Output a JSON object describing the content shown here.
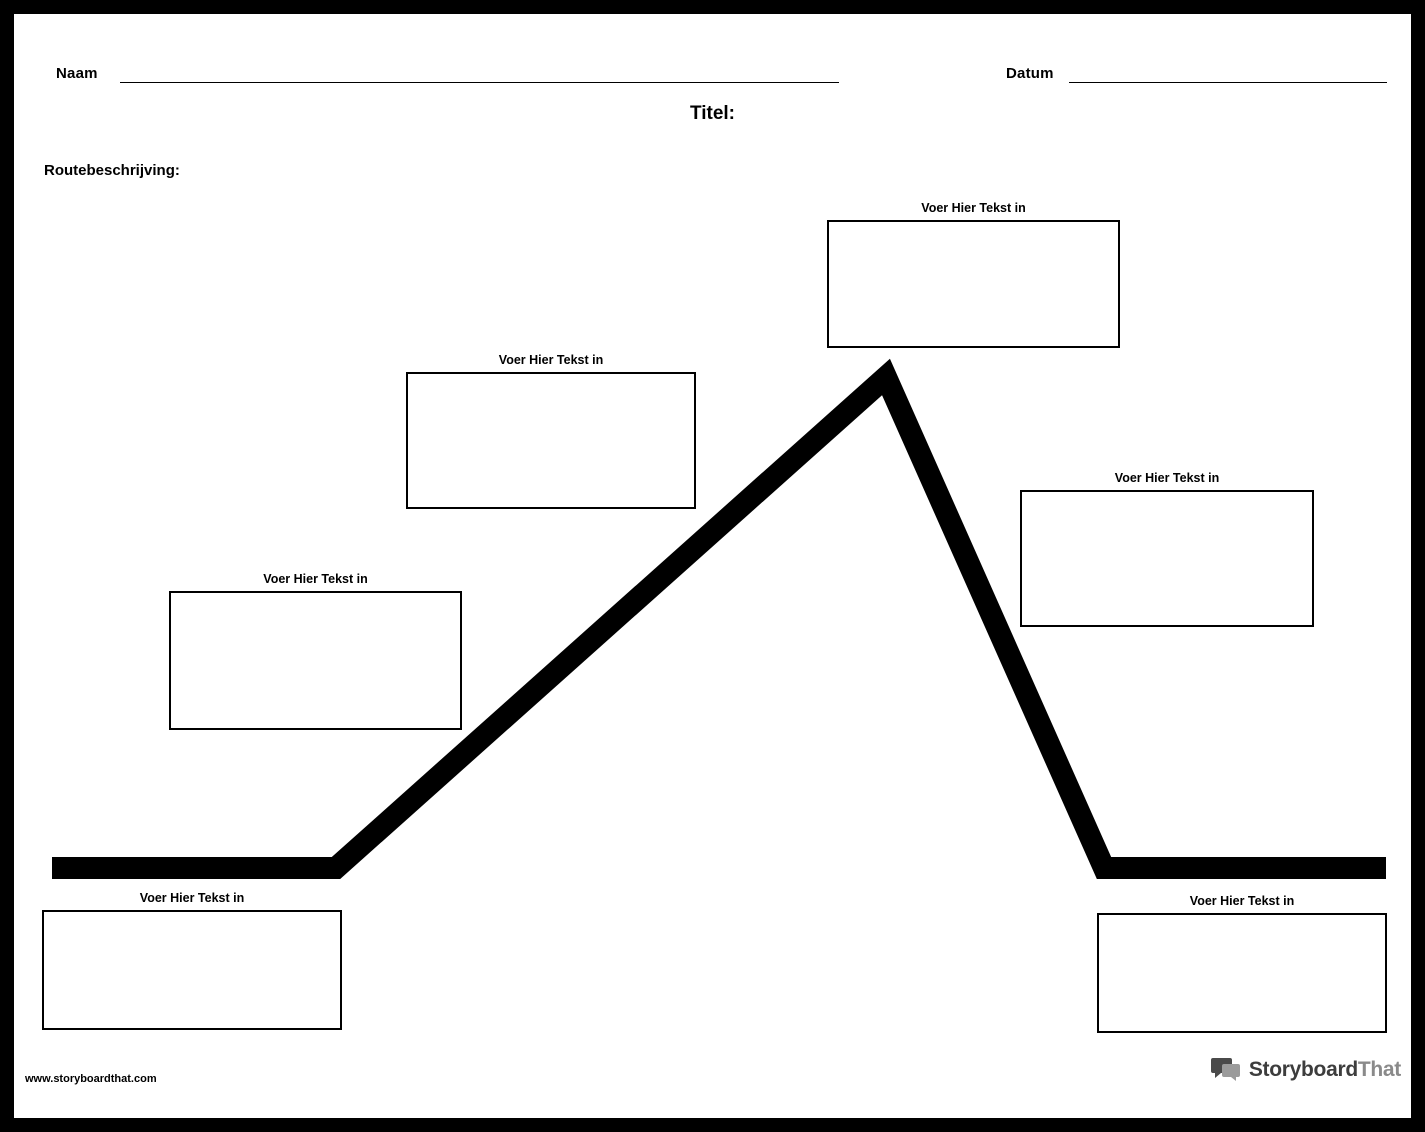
{
  "header": {
    "name_label": "Naam",
    "date_label": "Datum",
    "title": "Titel:",
    "directions_label": "Routebeschrijving:"
  },
  "cells": [
    {
      "caption": "Voer Hier Tekst in"
    },
    {
      "caption": "Voer Hier Tekst in"
    },
    {
      "caption": "Voer Hier Tekst in"
    },
    {
      "caption": "Voer Hier Tekst in"
    },
    {
      "caption": "Voer Hier Tekst in"
    },
    {
      "caption": "Voer Hier Tekst in"
    }
  ],
  "footer": {
    "url": "www.storyboardthat.com",
    "brand_first": "Storyboard",
    "brand_second": "That"
  }
}
